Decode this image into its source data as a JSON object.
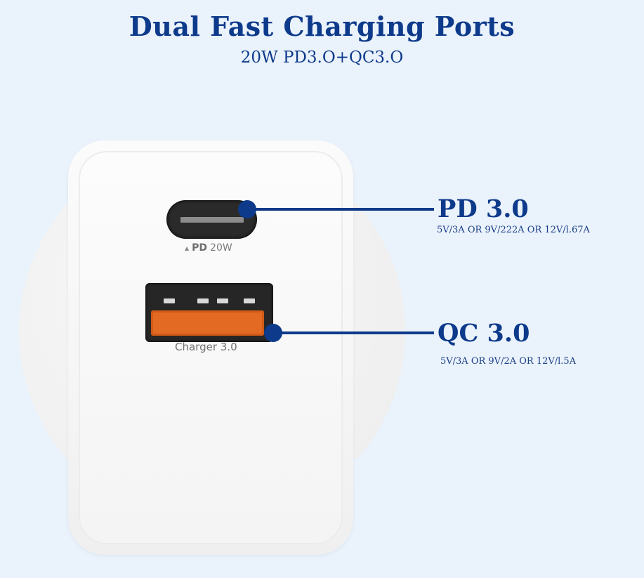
{
  "header": {
    "title": "Dual Fast Charging Ports",
    "subtitle": "20W PD3.O+QC3.O"
  },
  "product": {
    "ports": [
      {
        "id": "usb-c",
        "label_prefix": "▲",
        "label_brand": "PD",
        "label_power": "20W",
        "callout_title": "PD 3.0",
        "callout_spec": "5V/3A OR 9V/222A OR 12V/l.67A"
      },
      {
        "id": "usb-a",
        "label": "Charger 3.0",
        "tongue_color": "#e36a22",
        "callout_title": "QC 3.0",
        "callout_spec": "5V/3A OR 9V/2A OR 12V/l.5A"
      }
    ]
  },
  "colors": {
    "background": "#eaf2fc",
    "accent_navy": "#0d3a8a",
    "port_orange": "#e36a22"
  }
}
